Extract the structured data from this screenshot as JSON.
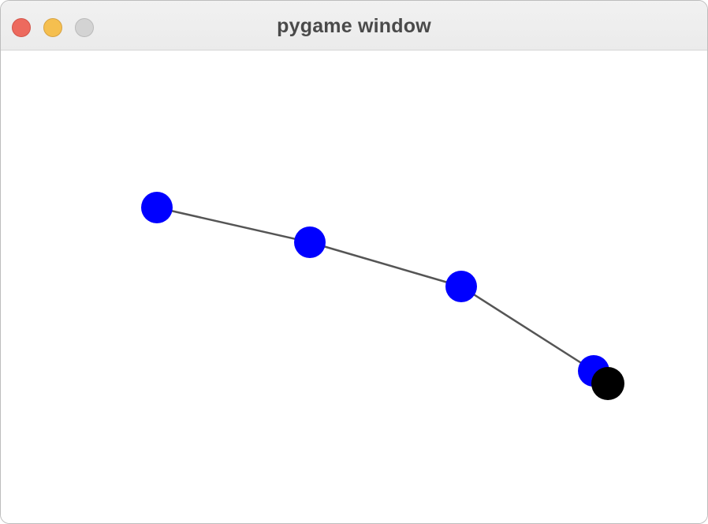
{
  "window": {
    "title": "pygame window",
    "buttons": {
      "close": "close-button",
      "minimize": "minimize-button",
      "zoom": "zoom-button"
    },
    "colors": {
      "close": "#ed6a5e",
      "minimize": "#f5bf4f",
      "zoom": "#d3d3d3"
    }
  },
  "scene": {
    "background": "#ffffff",
    "link_color": "#555555",
    "joint_color": "#0000ff",
    "target_color": "#000000",
    "joint_count": 4,
    "target_count": 1
  }
}
